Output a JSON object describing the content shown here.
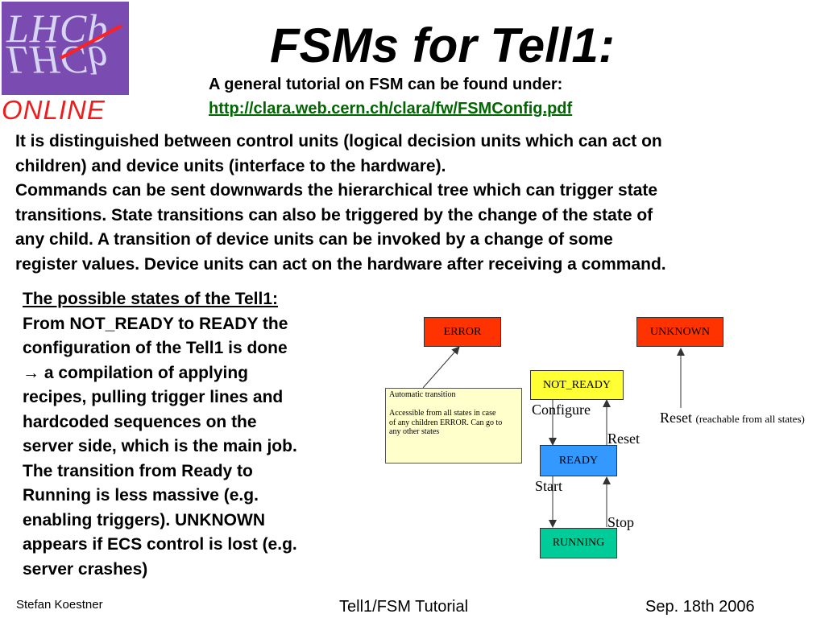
{
  "logo": {
    "top": "LHCb",
    "mirror": "LHCb",
    "bottom": "ONLINE"
  },
  "title": "FSMs for Tell1:",
  "subtitle": "A general tutorial on FSM can be found under:",
  "link": "http://clara.web.cern.ch/clara/fw/FSMConfig.pdf",
  "paragraph_lines": [
    "It is distinguished between control units (logical decision units which can act on",
    "children) and device units (interface to the hardware).",
    "Commands can be sent downwards the hierarchical tree which can trigger state",
    "transitions. State transitions can also be triggered by the change of the state of",
    "any child. A transition of device units can be invoked by a change of some",
    "register values. Device units can act on the hardware after receiving a command."
  ],
  "left_heading": "The possible states of the Tell1:",
  "left_lines": [
    "From NOT_READY to READY the",
    "configuration of the Tell1 is done",
    "→ a compilation of applying",
    "recipes, pulling trigger lines and",
    "hardcoded sequences on the",
    "server side, which is the main job.",
    "The transition from Ready to",
    "Running is less massive (e.g.",
    "enabling triggers). UNKNOWN",
    "appears if ECS control is lost (e.g.",
    "server crashes)"
  ],
  "diagram": {
    "states": {
      "error": "ERROR",
      "unknown": "UNKNOWN",
      "not_ready": "NOT_READY",
      "ready": "READY",
      "running": "RUNNING"
    },
    "colors": {
      "error": "#ff3300",
      "unknown": "#ff3300",
      "not_ready": "#ffff33",
      "ready": "#3399ff",
      "running": "#00cc99"
    },
    "note_lines": [
      "Automatic transition",
      "",
      "Accessible from all states in case",
      "of any children  ERROR. Can go to",
      " any other states"
    ],
    "labels": {
      "configure": "Configure",
      "reset": "Reset",
      "start": "Start",
      "stop": "Stop",
      "reset_all": "Reset",
      "reset_all_note": "(reachable from all states)"
    }
  },
  "footer": {
    "author": "Stefan Koestner",
    "center": "Tell1/FSM Tutorial",
    "date": "Sep. 18th 2006"
  }
}
